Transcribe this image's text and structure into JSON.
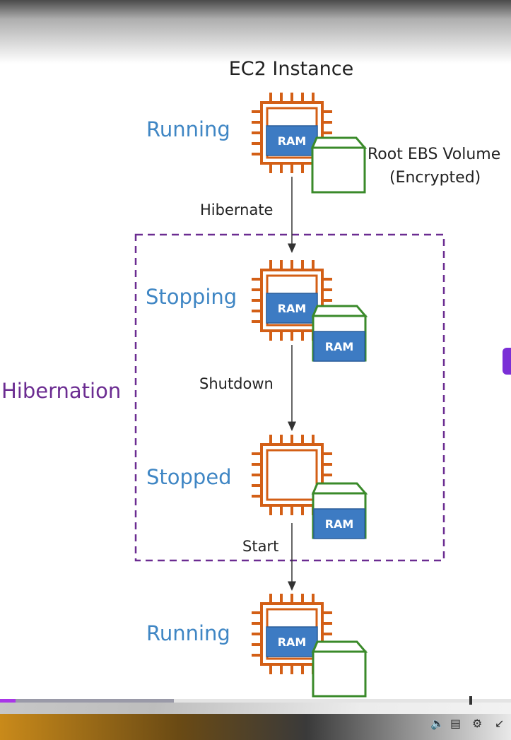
{
  "title": "EC2 Instance",
  "hibernation_label": "Hibernation",
  "volume_label_line1": "Root EBS Volume",
  "volume_label_line2": "(Encrypted)",
  "ram_label": "RAM",
  "states": {
    "running": "Running",
    "stopping": "Stopping",
    "stopped": "Stopped",
    "running_again": "Running"
  },
  "transitions": {
    "hibernate": "Hibernate",
    "shutdown": "Shutdown",
    "start": "Start"
  },
  "colors": {
    "chip": "#d35f16",
    "state_text": "#3f86c4",
    "ram_fill": "#3d7bc3",
    "ram_stroke": "#2a5d99",
    "volume": "#3a8a2a",
    "hibernation": "#6b2c91",
    "arrow": "#333333"
  },
  "player": {
    "progress_played": 0.03,
    "progress_buffered": 0.34,
    "icons": [
      "volume-icon",
      "captions-icon",
      "settings-icon",
      "fullscreen-exit-icon"
    ]
  }
}
